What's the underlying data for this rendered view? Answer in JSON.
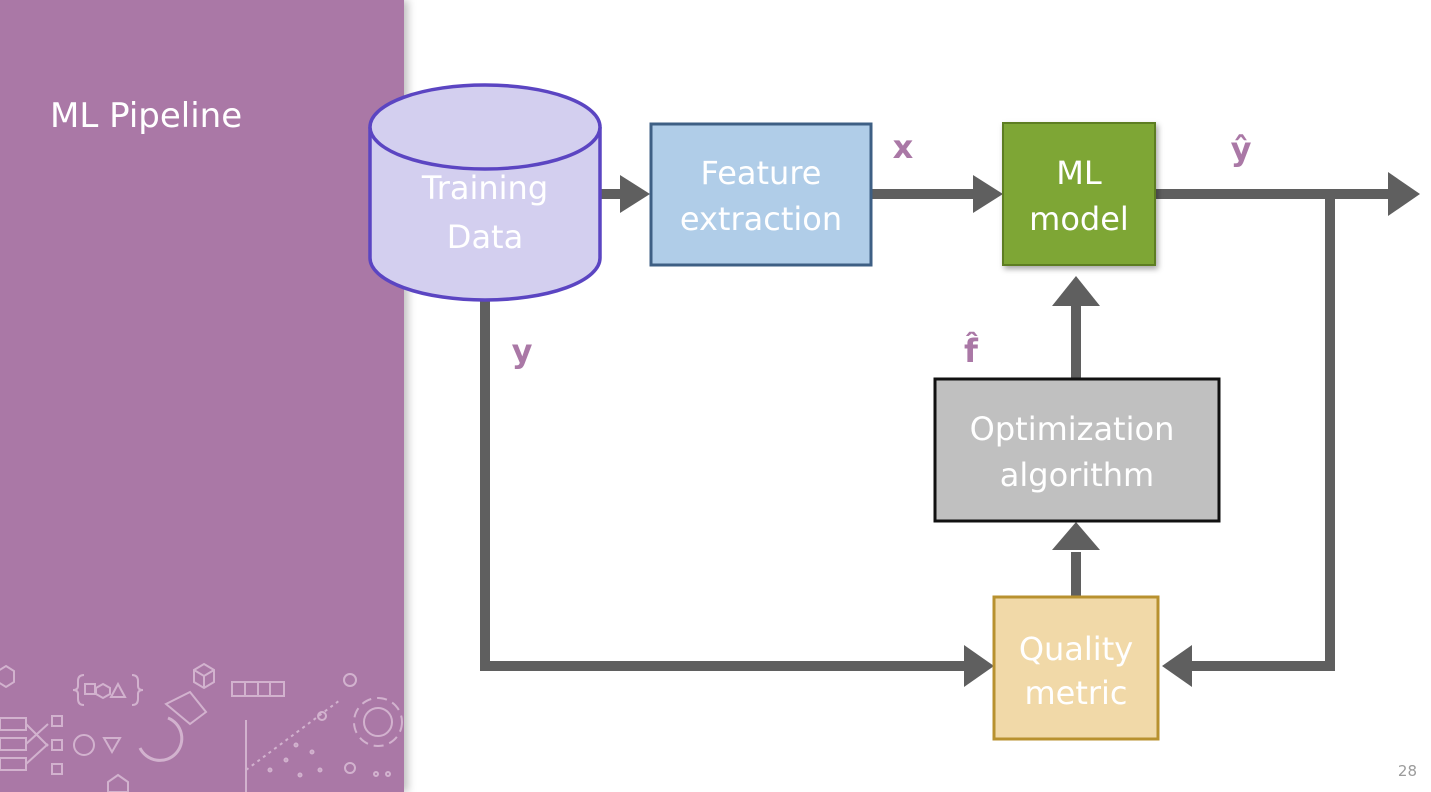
{
  "slide": {
    "title": "ML Pipeline",
    "page_number": "28"
  },
  "nodes": {
    "training_data": {
      "line1": "Training",
      "line2": "Data"
    },
    "feature_extraction": {
      "line1": "Feature",
      "line2": "extraction"
    },
    "ml_model": {
      "line1": "ML",
      "line2": "model"
    },
    "optimization": {
      "line1": "Optimization",
      "line2": "algorithm"
    },
    "quality_metric": {
      "line1": "Quality",
      "line2": "metric"
    }
  },
  "labels": {
    "x": "x",
    "y": "y",
    "y_hat": "ŷ",
    "f_hat": "f̂"
  },
  "colors": {
    "sidebar": "#aa78a6",
    "training_data_fill": "#d3cfef",
    "training_data_stroke": "#5b45c2",
    "feature_fill": "#b0cde8",
    "feature_stroke": "#3e5f84",
    "model_fill": "#7ea636",
    "optimization_fill": "#c0c0c0",
    "quality_fill": "#f1d9a8",
    "quality_stroke": "#b8912f",
    "arrow": "#5f5f5f"
  },
  "icons": [
    "hexagon-icon",
    "curly-braces-shapes-icon",
    "cube-icon",
    "bar-icon",
    "gear-icon",
    "flow-network-icon",
    "donut-chart-icon",
    "scatter-plot-icon"
  ]
}
